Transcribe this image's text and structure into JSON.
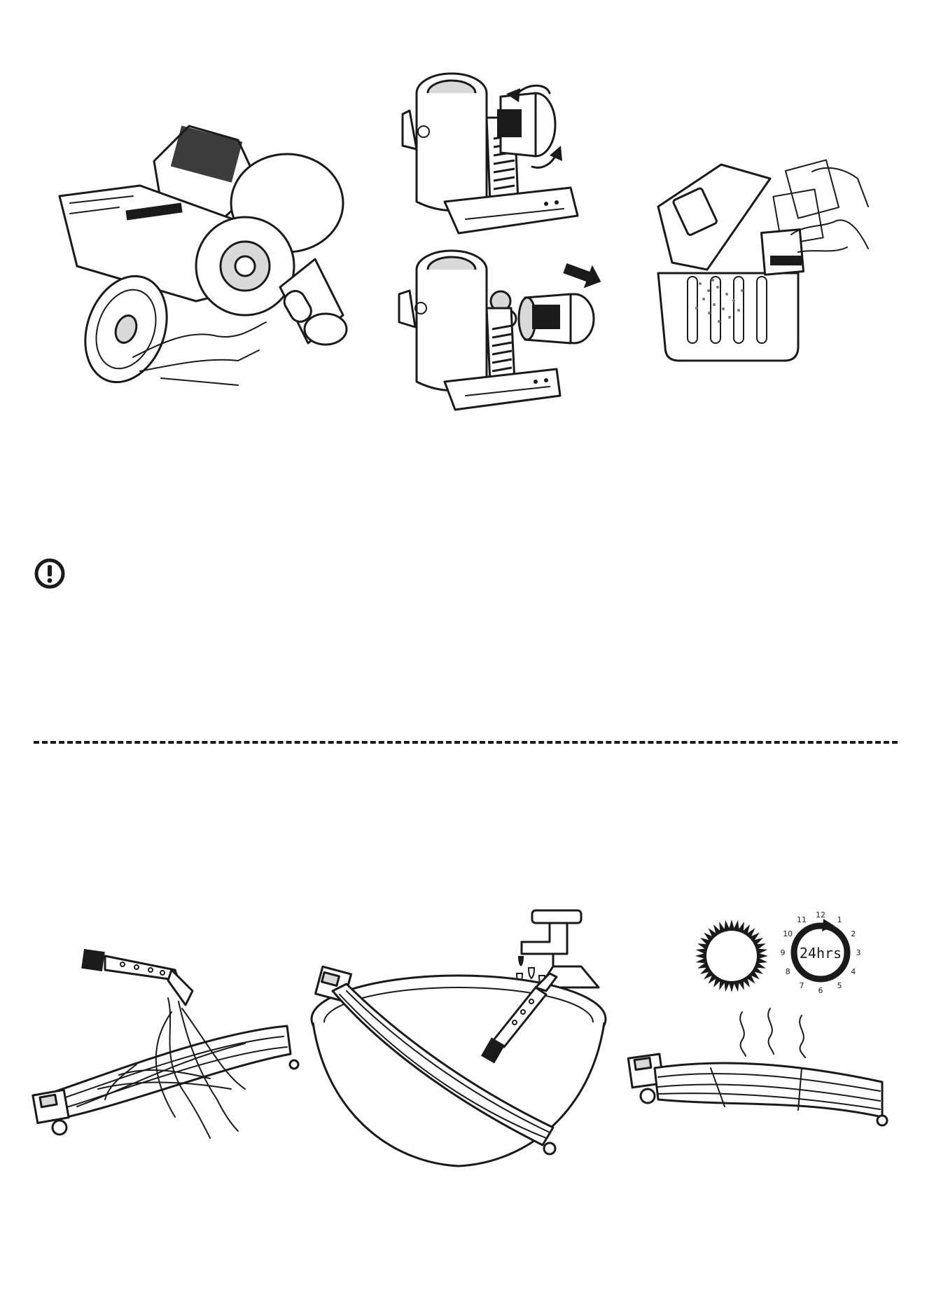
{
  "clock": {
    "label": "24hrs",
    "numbers": [
      "12",
      "1",
      "2",
      "3",
      "4",
      "5",
      "6",
      "7",
      "8",
      "9",
      "10",
      "11"
    ]
  },
  "icons": {
    "warning": "exclamation-circle-icon",
    "sun": "sun-icon",
    "clock": "clock-icon",
    "faucet": "faucet-icon"
  }
}
